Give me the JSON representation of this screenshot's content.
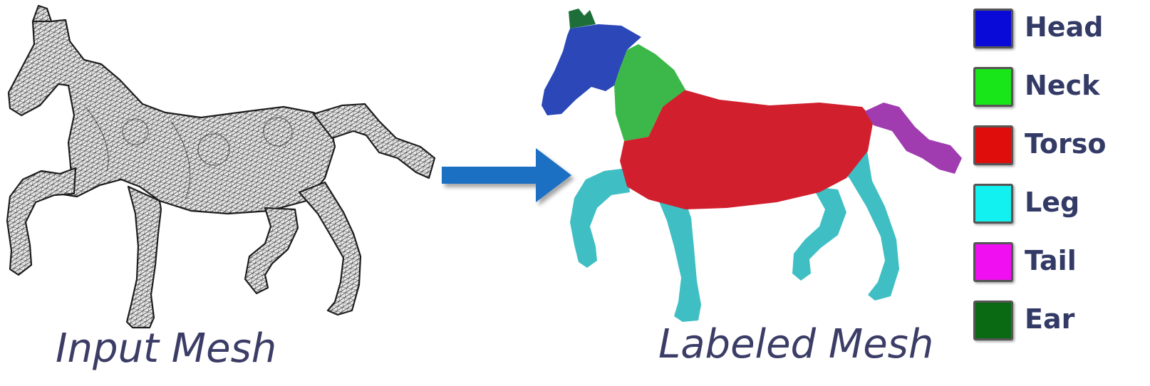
{
  "captions": {
    "input": "Input Mesh",
    "labeled": "Labeled Mesh"
  },
  "arrow": {
    "color": "#1a6fc4"
  },
  "mesh": {
    "wire_color": "#222222",
    "fill_color": "#e8e8e8"
  },
  "legend": [
    {
      "label": "Head",
      "color": "#0a0ad8"
    },
    {
      "label": "Neck",
      "color": "#19e619"
    },
    {
      "label": "Torso",
      "color": "#e00d0d"
    },
    {
      "label": "Leg",
      "color": "#13f0f0"
    },
    {
      "label": "Tail",
      "color": "#f00ff0"
    },
    {
      "label": "Ear",
      "color": "#0a6a14"
    }
  ],
  "parts": {
    "head": "#2b47b8",
    "neck": "#3cb84a",
    "torso": "#d11f2e",
    "leg": "#3fbfc4",
    "tail": "#a03cb0",
    "ear": "#1e6e3a"
  }
}
